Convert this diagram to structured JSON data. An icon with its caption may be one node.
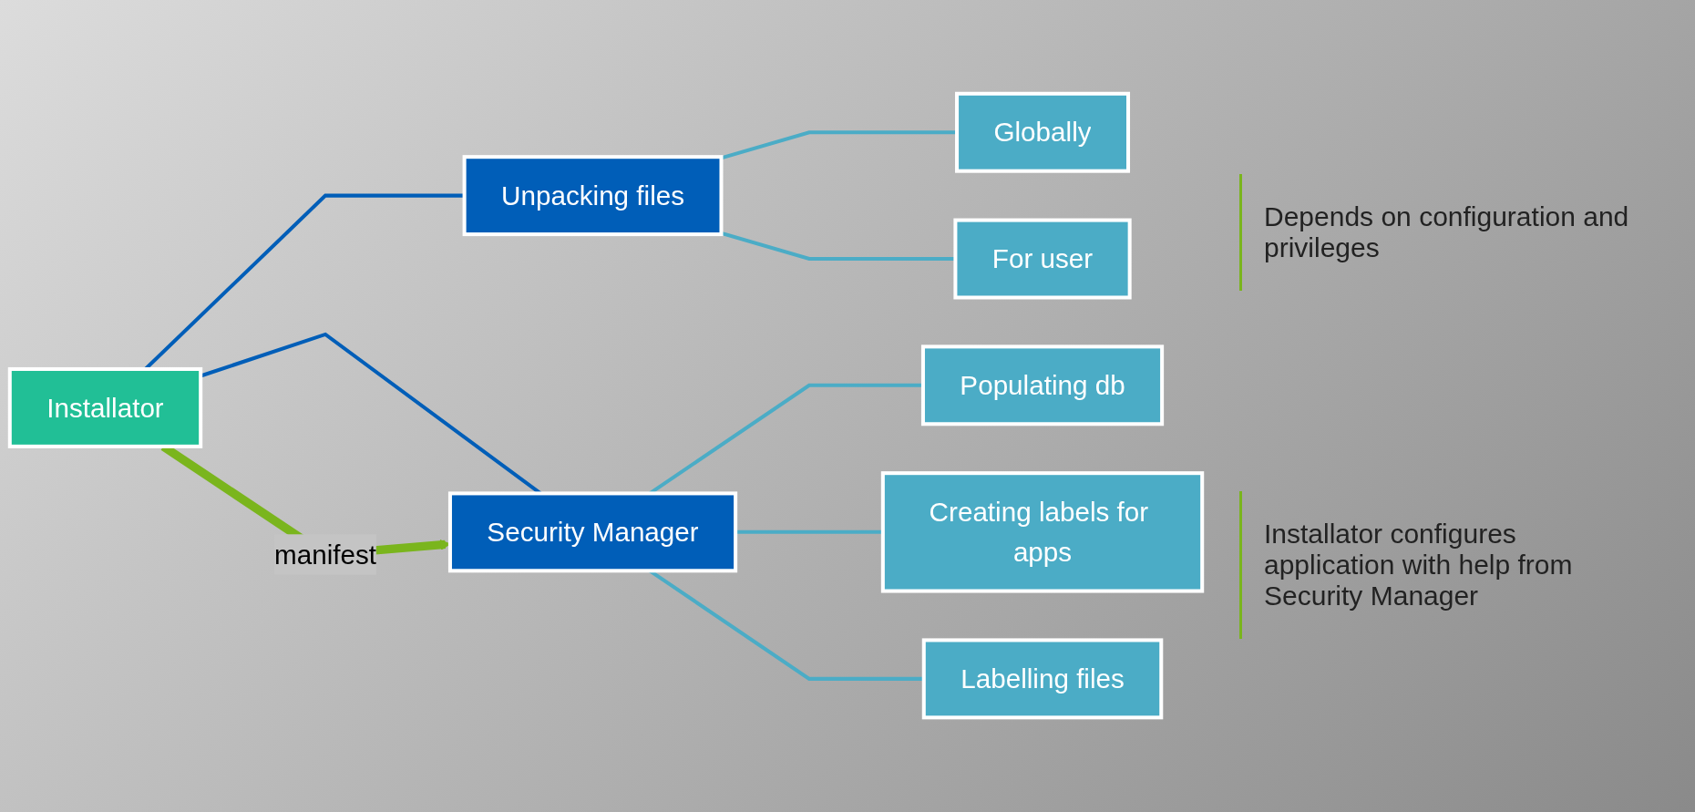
{
  "diagram": {
    "nodes": [
      {
        "text": [
          "Installator"
        ]
      },
      {
        "text": [
          "Unpacking files"
        ]
      },
      {
        "text": [
          "Security Manager"
        ]
      },
      {
        "text": [
          "Globally"
        ]
      },
      {
        "text": [
          "For user"
        ]
      },
      {
        "text": [
          "Populating db"
        ]
      },
      {
        "text": [
          "Creating labels for apps"
        ]
      },
      {
        "text": [
          "Labelling files"
        ]
      }
    ],
    "edges": [
      {
        "from": 0,
        "to": 1,
        "arrow": "none",
        "color": "#005eb8"
      },
      {
        "from": 0,
        "to": 2,
        "arrow": "none",
        "color": "#005eb8"
      },
      {
        "from": 1,
        "to": 3,
        "arrow": "none"
      },
      {
        "from": 1,
        "to": 4,
        "arrow": "none"
      },
      {
        "from": 2,
        "to": 5,
        "arrow": "none"
      },
      {
        "from": 2,
        "to": 6,
        "arrow": "none"
      },
      {
        "from": 2,
        "to": 7,
        "arrow": "none"
      },
      {
        "from": 0,
        "to": 2,
        "arrow": "to",
        "label": "manifest",
        "style": "thick",
        "color": "#7ab51d"
      }
    ],
    "labels": [
      "Depends on configuration and privileges",
      "Installator configures application with help from Security Manager"
    ]
  }
}
